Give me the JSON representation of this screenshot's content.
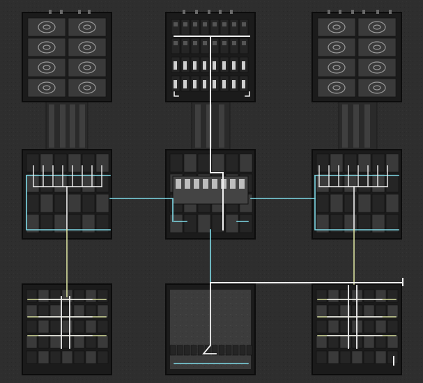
{
  "scene": {
    "view": "factory-overview",
    "background_color": "#2d2d2d",
    "block_color": "#1b1b1b",
    "wire_colors": {
      "white": "#f2f2f2",
      "cyan": "#7fd9e6",
      "yellow": "#d8e0a0"
    },
    "grid": {
      "rows": 3,
      "columns": 3
    },
    "blocks": [
      {
        "name": "block-top-left",
        "type": "dish-array"
      },
      {
        "name": "block-top-center",
        "type": "lamp-array"
      },
      {
        "name": "block-top-right",
        "type": "dish-array"
      },
      {
        "name": "block-mid-left",
        "type": "circuit-hub"
      },
      {
        "name": "block-mid-center",
        "type": "control-hub"
      },
      {
        "name": "block-mid-right",
        "type": "circuit-hub"
      },
      {
        "name": "block-bottom-left",
        "type": "bus-array"
      },
      {
        "name": "block-bottom-center",
        "type": "empty-pad"
      },
      {
        "name": "block-bottom-right",
        "type": "bus-array"
      }
    ]
  }
}
